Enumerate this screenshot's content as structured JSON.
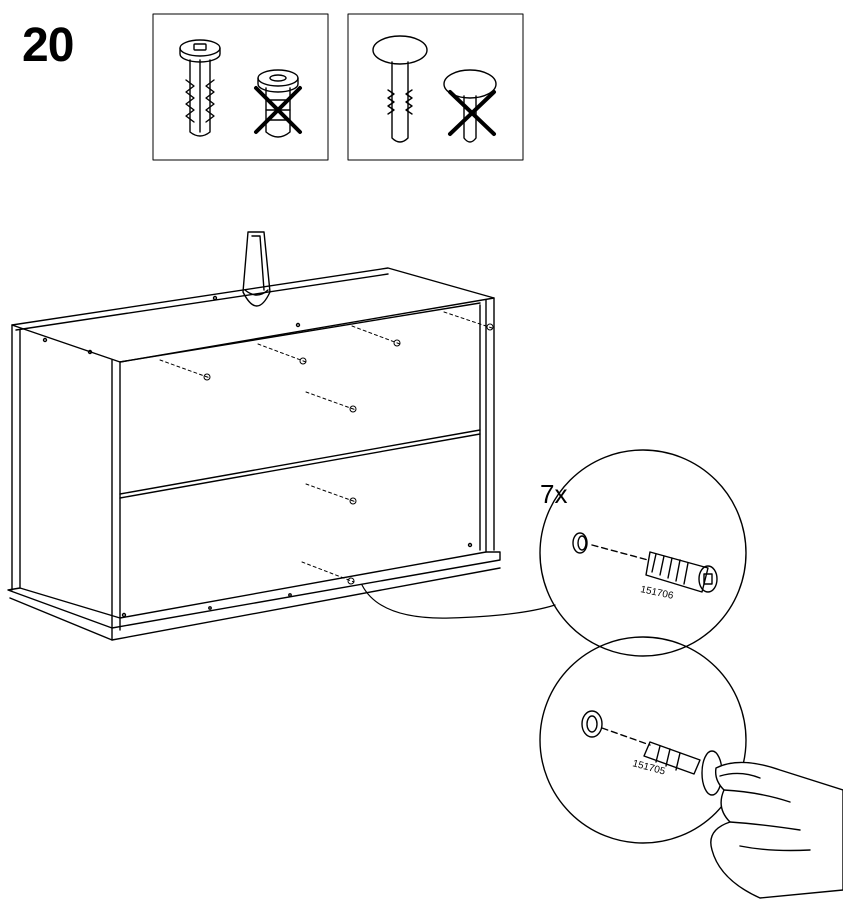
{
  "step": {
    "number": "20"
  },
  "detail_top": {
    "quantity": "7x",
    "part_code": "151706"
  },
  "detail_bottom": {
    "part_code": "151705"
  },
  "hints": [
    {
      "correct_icon": "expanding-dowel-icon",
      "wrong_icon": "crossed-out-cam-bolt-icon"
    },
    {
      "correct_icon": "plug-pin-icon",
      "wrong_icon": "crossed-out-mushroom-pin-icon"
    }
  ]
}
